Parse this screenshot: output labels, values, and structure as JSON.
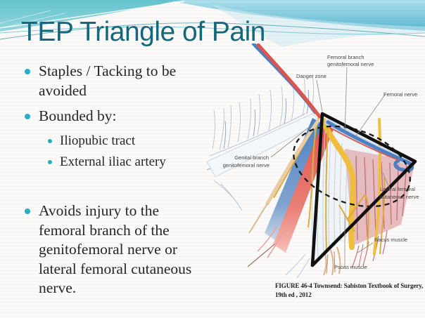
{
  "slide": {
    "title": "TEP Triangle of Pain"
  },
  "colors": {
    "c-title": "#16677C",
    "c-bullet": "#25AEC2",
    "c-body-text": "#262626",
    "c-label": "#454545"
  },
  "bullets": [
    {
      "level": 1,
      "text": "Staples / Tacking to be avoided"
    },
    {
      "level": 1,
      "text": "Bounded by:"
    },
    {
      "level": 2,
      "text": "Iliopubic tract"
    },
    {
      "level": 2,
      "text": "External iliac artery"
    },
    {
      "level": 1,
      "text": "Avoids injury to the femoral branch of the genitofemoral nerve or lateral femoral cutaneous nerve."
    }
  ],
  "diagram": {
    "labels": {
      "femoral_branch": {
        "line1": "Femoral branch",
        "line2": "genitofemoral nerve"
      },
      "danger_zone": "Danger zone",
      "femoral_nerve": "Femoral nerve",
      "genital_branch": {
        "line1": "Genital branch",
        "line2": "genitofemoral nerve"
      },
      "lateral_femoral": {
        "line1": "Lateral femoral",
        "line2": "cutaneous nerve"
      },
      "iliacus_muscle": "Iliacus muscle",
      "psoas_muscle": "Psoas muscle"
    },
    "caption_line1": "FIGURE 46-4 Townsend: Sabiston Textbook of Surgery,",
    "caption_line2": "19th ed , 2012"
  }
}
